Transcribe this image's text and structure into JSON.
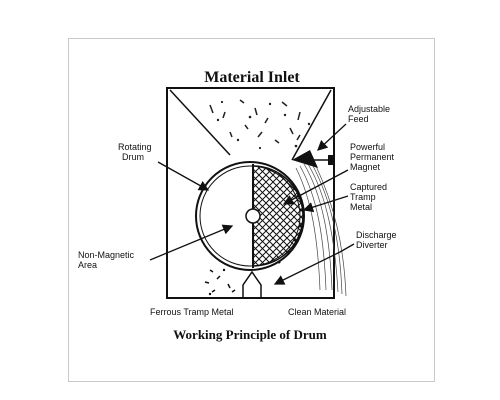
{
  "title": "Material Inlet",
  "caption": "Working Principle of Drum",
  "labels": {
    "adjustable_feed": [
      "Adjustable",
      "Feed"
    ],
    "rotating_drum": [
      "Rotating",
      "Drum"
    ],
    "powerful_magnet": [
      "Powerful",
      "Permanent",
      "Magnet"
    ],
    "captured_tramp_metal": [
      "Captured",
      "Tramp",
      "Metal"
    ],
    "non_magnetic_area": [
      "Non-Magnetic",
      "Area"
    ],
    "discharge_diverter": [
      "Discharge",
      "Diverter"
    ],
    "ferrous_tramp_metal": "Ferrous Tramp Metal",
    "clean_material": "Clean Material"
  }
}
